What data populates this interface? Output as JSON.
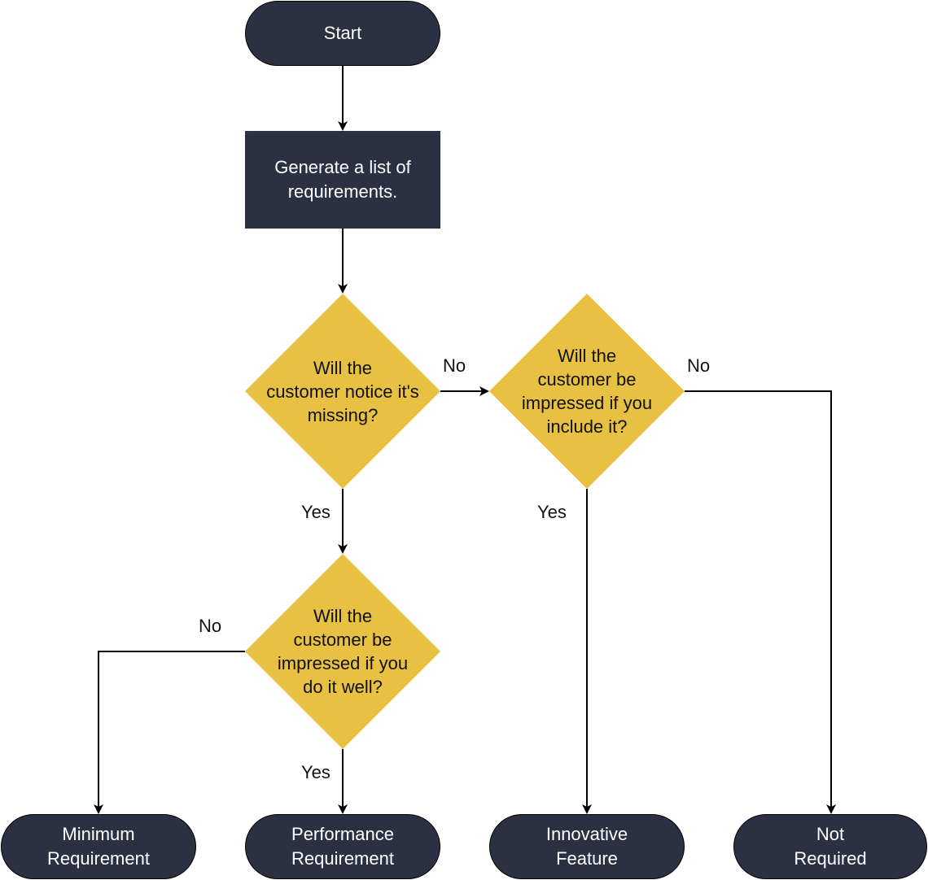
{
  "colors": {
    "dark": "#2b3142",
    "decision": "#e8c042",
    "line": "#000000",
    "text_light": "#ffffff",
    "text_dark": "#111111"
  },
  "nodes": {
    "start": "Start",
    "generate": "Generate a list of\nrequirements.",
    "q_notice": "Will the\ncustomer notice it's\nmissing?",
    "q_include": "Will the\ncustomer be\nimpressed if you\ninclude it?",
    "q_well": "Will the\ncustomer be\nimpressed if you\ndo it well?",
    "minimum": "Minimum\nRequirement",
    "performance": "Performance\nRequirement",
    "innovative": "Innovative\nFeature",
    "not_required": "Not\nRequired"
  },
  "edge_labels": {
    "notice_no": "No",
    "notice_yes": "Yes",
    "include_no": "No",
    "include_yes": "Yes",
    "well_no": "No",
    "well_yes": "Yes"
  }
}
